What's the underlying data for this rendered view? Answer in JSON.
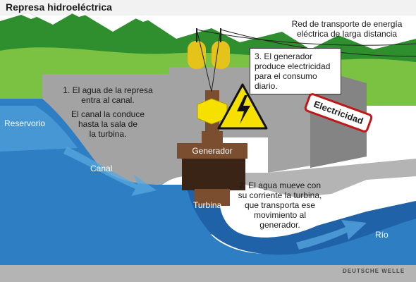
{
  "title": "Represa hidroeléctrica",
  "labels": {
    "grid": [
      "Red de transporte de energía",
      "eléctrica de larga distancia"
    ],
    "step3": "3. El generador produce electricidad para el consumo diario.",
    "step1a": [
      "1. El agua de la represa",
      "entra al canal."
    ],
    "step1b": [
      "El canal la conduce",
      "hasta la sala de",
      "la turbina."
    ],
    "reservoir": "Reservorio",
    "canal": "Canal",
    "generator": "Generador",
    "turbine": "Turbina",
    "step2": [
      "2. El agua mueve con",
      "su corriente la turbina,",
      "que transporta ese",
      "movimiento al",
      "generador."
    ],
    "river": "Río",
    "sign": "Electricidad",
    "brand": "DEUTSCHE WELLE"
  },
  "colors": {
    "sky": "#ffffff",
    "mountain": "#2f8f2f",
    "snow": "#ffffff",
    "hill": "#7cc242",
    "concrete": "#a3a3a3",
    "concrete_dark": "#848484",
    "water": "#2e7ec3",
    "water_light": "#58a8e0",
    "ground": "#b4b4b4",
    "generator": "#7a4e2e",
    "warning": "#f6e000",
    "tanks": "#e6c31a",
    "sign_border": "#c01818"
  },
  "icons": [
    "high-voltage-warning-icon",
    "transmission-tower-icon",
    "flow-arrow-icon"
  ]
}
